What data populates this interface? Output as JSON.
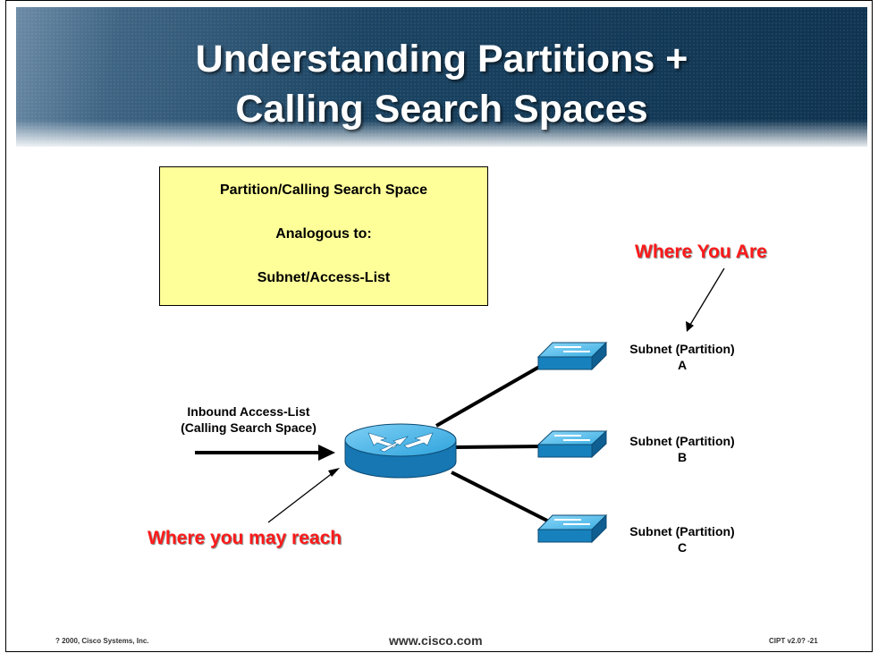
{
  "slide": {
    "title_line1": "Understanding Partitions +",
    "title_line2": "Calling Search Spaces"
  },
  "note_box": {
    "line1": "Partition/Calling Search Space",
    "line2": "Analogous to:",
    "line3": "Subnet/Access-List"
  },
  "callouts": {
    "where_you_are": "Where You Are",
    "where_you_may_reach": "Where you may reach"
  },
  "inbound": {
    "line1": "Inbound Access-List",
    "line2": "(Calling Search Space)"
  },
  "subnets": [
    {
      "line1": "Subnet (Partition)",
      "line2": "A"
    },
    {
      "line1": "Subnet (Partition)",
      "line2": "B"
    },
    {
      "line1": "Subnet (Partition)",
      "line2": "C"
    }
  ],
  "footer": {
    "copyright": "? 2000, Cisco Systems, Inc.",
    "url": "www.cisco.com",
    "course": "CIPT v2.0?   -21"
  },
  "colors": {
    "banner": "#1c4564",
    "note_fill": "#ffff99",
    "callout_red": "#ff1a1a",
    "device_blue": "#1e9ad6"
  }
}
